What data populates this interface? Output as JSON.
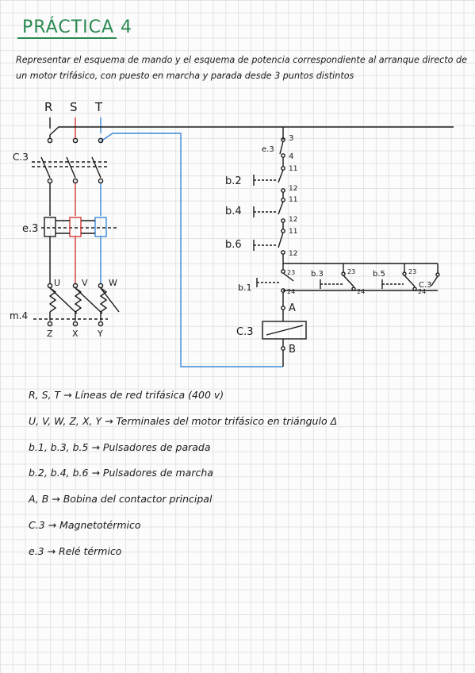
{
  "title": "PRÁCTICA 4",
  "intro": {
    "line1": "Representar el esquema de mando y el esquema de potencia correspondiente al arranque directo de",
    "line2": "un motor trifásico, con puesto en marcha y parada desde 3 puntos distintos"
  },
  "power_circuit": {
    "phases": [
      "R",
      "S",
      "T"
    ],
    "breaker_label": "C.3",
    "relay_label": "e.3",
    "motor_label": "m.4",
    "motor_terminals_top": [
      "U",
      "V",
      "W"
    ],
    "motor_terminals_bottom": [
      "Z",
      "X",
      "Y"
    ]
  },
  "control_circuit": {
    "relay_label": "e.3",
    "relay_pins": [
      "3",
      "4"
    ],
    "relay_contact_pin": "11",
    "start_buttons": [
      {
        "label": "b.2",
        "pins": [
          "12",
          "11"
        ]
      },
      {
        "label": "b.4",
        "pins": [
          "12",
          "11"
        ]
      },
      {
        "label": "b.6",
        "pins": [
          "12"
        ]
      }
    ],
    "stop_buttons": [
      {
        "label": "b.1",
        "pins": [
          "23",
          "24"
        ]
      },
      {
        "label": "b.3",
        "pins": [
          "23",
          "24"
        ]
      },
      {
        "label": "b.5",
        "pins": [
          "23",
          "24"
        ]
      }
    ],
    "contactor_aux_label": "C.3",
    "coil_label": "C.3",
    "coil_terminals": [
      "A",
      "B"
    ]
  },
  "legend": [
    {
      "key": "R, S, T",
      "value": "Líneas de red trifásica (400 v)"
    },
    {
      "key": "U, V, W, Z, X, Y",
      "value": "Terminales del motor trifásico en triángulo Δ"
    },
    {
      "key": "b.1, b.3, b.5",
      "value": "Pulsadores de parada"
    },
    {
      "key": "b.2, b.4, b.6",
      "value": "Pulsadores de marcha"
    },
    {
      "key": "A, B",
      "value": "Bobina del contactor principal"
    },
    {
      "key": "C.3",
      "value": "Magnetotérmico"
    },
    {
      "key": "e.3",
      "value": "Relé térmico"
    }
  ],
  "colors": {
    "title": "#2a8a52",
    "phase_s": "#d93a3a",
    "phase_t": "#3b8ad9",
    "ink": "#1a1a1a"
  }
}
